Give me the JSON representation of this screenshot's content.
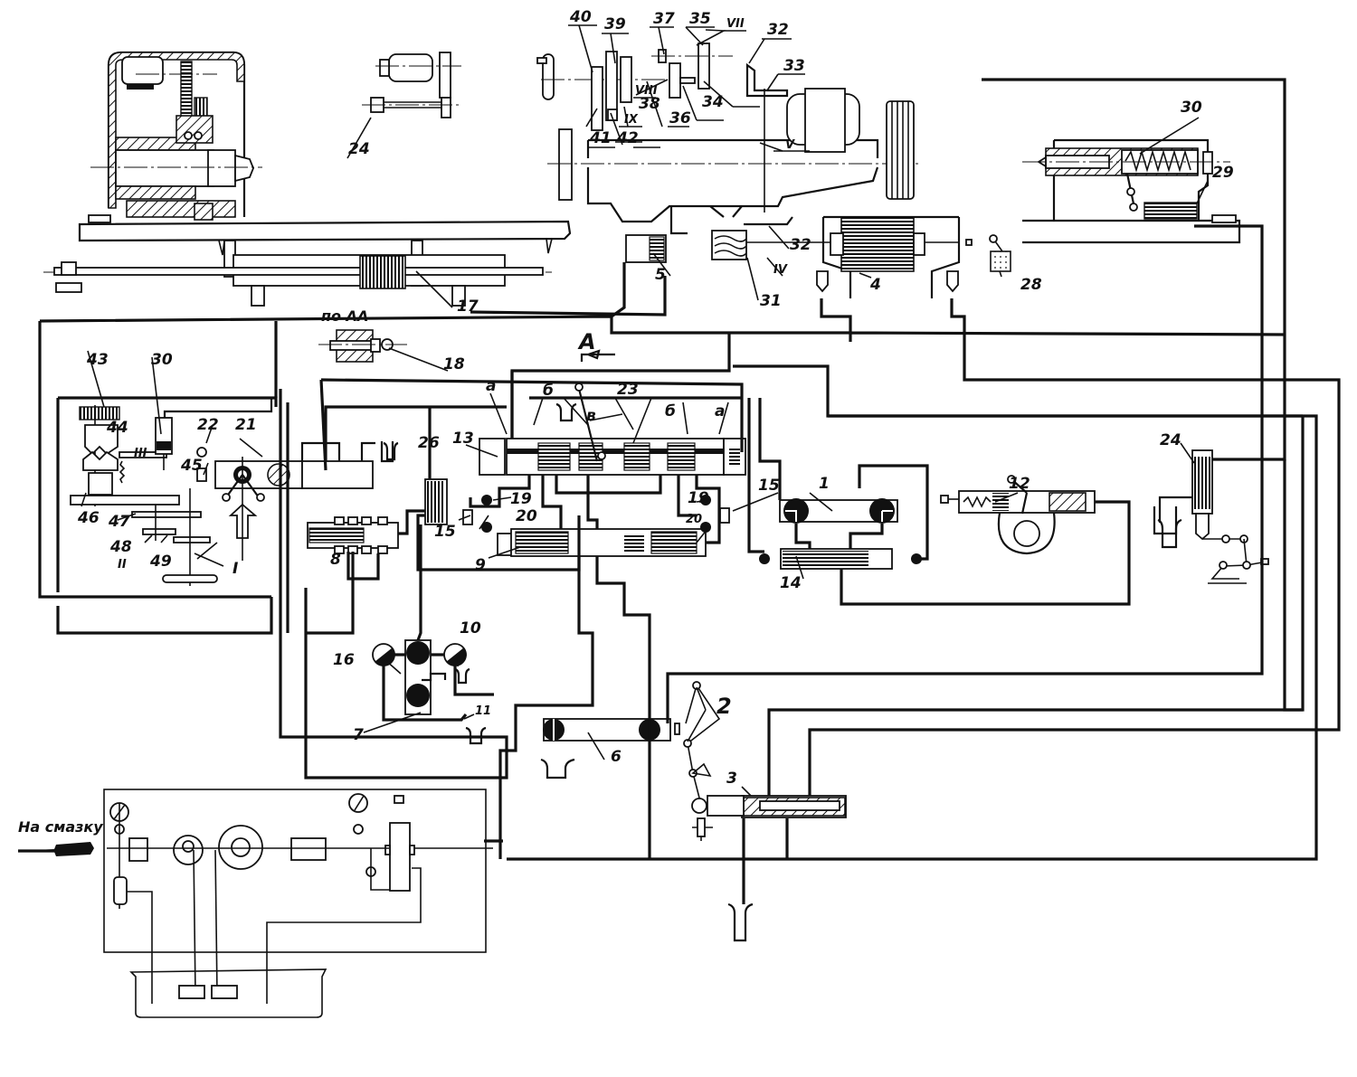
{
  "diagram": {
    "type": "hydraulic-kinematic-schematic",
    "colors": {
      "ink": "#111111",
      "paper": "#ffffff"
    },
    "section_label": "по AA",
    "view_label": "A",
    "lubrication_label": "На смазку",
    "component_labels": {
      "c1": "1",
      "c2": "2",
      "c3": "3",
      "c4": "4",
      "c5": "5",
      "c6": "6",
      "c7": "7",
      "c8": "8",
      "c9": "9",
      "c10": "10",
      "c11": "11",
      "c12": "12",
      "c13": "13",
      "c14": "14",
      "c15a": "15",
      "c15b": "15",
      "c16": "16",
      "c17": "17",
      "c18": "18",
      "c19a": "19",
      "c19b": "19",
      "c20a": "20",
      "c20b": "20",
      "c21": "21",
      "c22": "22",
      "c23": "23",
      "c24a": "24",
      "c24b": "24",
      "c26": "26",
      "c28": "28",
      "c29": "29",
      "c30a": "30",
      "c30b": "30",
      "c31": "31",
      "c32a": "32",
      "c32b": "32",
      "c33": "33",
      "c34": "34",
      "c35": "35",
      "c36": "36",
      "c37": "37",
      "c38": "38",
      "c39": "39",
      "c40": "40",
      "c41": "41",
      "c42": "42",
      "c43": "43",
      "c44": "44",
      "c45": "45",
      "c46": "46",
      "c47": "47",
      "c48": "48",
      "c49": "49"
    },
    "port_labels": {
      "a_left": "a",
      "b_left": "б",
      "b_right": "б",
      "a_right": "a",
      "v": "в"
    },
    "shaft_labels": {
      "s_I": "I",
      "s_II": "II",
      "s_III": "III",
      "s_IV": "IV",
      "s_V": "V",
      "s_VII": "VII",
      "s_VIII": "VIII",
      "s_IX": "IX"
    }
  }
}
